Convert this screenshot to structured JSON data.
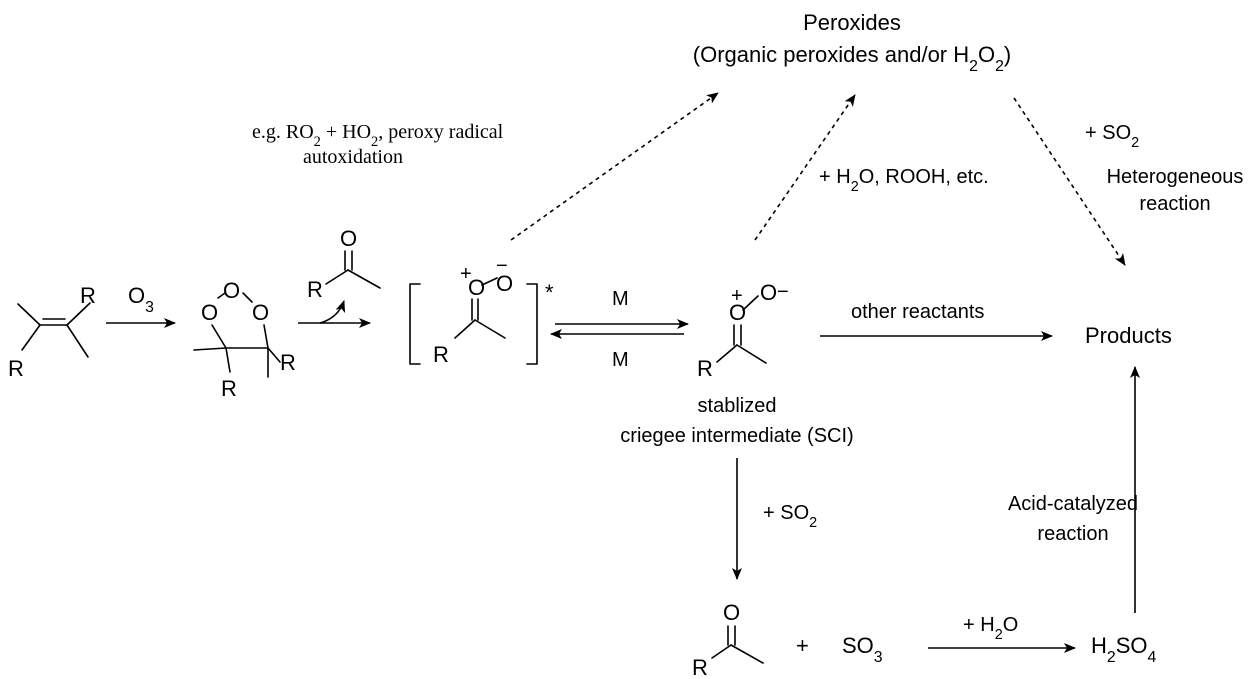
{
  "atoms": {
    "R": "R",
    "O": "O",
    "plus": "+",
    "minus": "−",
    "star": "*"
  },
  "labels": {
    "ozone": "O3",
    "peroxides_title": "Peroxides",
    "peroxides_sub": "(Organic peroxides and/or H2O2)",
    "eg_line1": "e.g. RO2 + HO2, peroxy radical",
    "eg_line2": "autoxidation",
    "water_rooh": "+ H2O, ROOH, etc.",
    "so2_top": "+ SO2",
    "hetero_line1": "Heterogeneous",
    "hetero_line2": "reaction",
    "m_top": "M",
    "m_bottom": "M",
    "other_reactants": "other reactants",
    "products": "Products",
    "sci_line1": "stablized",
    "sci_line2": "criegee intermediate (SCI)",
    "so2_down": "+ SO2",
    "acid_line1": "Acid-catalyzed",
    "acid_line2": "reaction",
    "plus_sign": "+",
    "so3": "SO3",
    "water_bottom": "+ H2O",
    "h2so4": "H2SO4"
  }
}
